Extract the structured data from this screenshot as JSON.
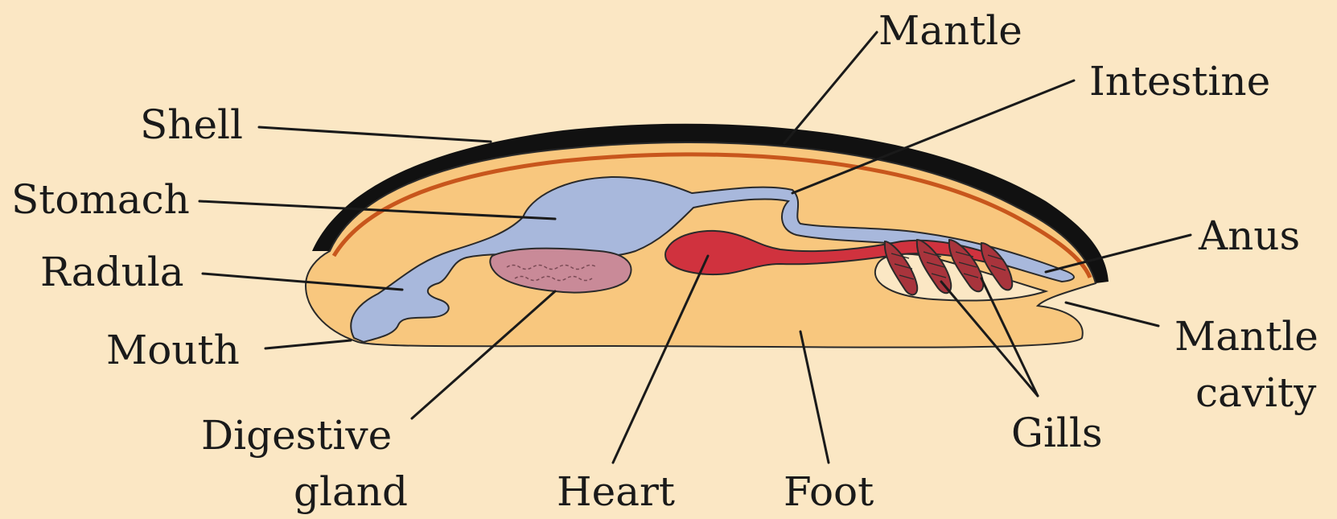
{
  "labels": {
    "mantle": "Mantle",
    "intestine": "Intestine",
    "shell": "Shell",
    "stomach": "Stomach",
    "anus": "Anus",
    "radula": "Radula",
    "mantle_cavity_line1": "Mantle",
    "mantle_cavity_line2": "cavity",
    "mouth": "Mouth",
    "digestive_gland_line1": "Digestive",
    "digestive_gland_line2": "gland",
    "heart": "Heart",
    "foot": "Foot",
    "gills": "Gills"
  },
  "colors": {
    "background": "#fbe7c4",
    "body": "#f8c77e",
    "shell": "#111111",
    "mantle_line": "#c8561c",
    "digestive_tract": "#a8b8dc",
    "digestive_gland": "#c98a98",
    "heart": "#d0323e",
    "gills": "#a8343c"
  }
}
